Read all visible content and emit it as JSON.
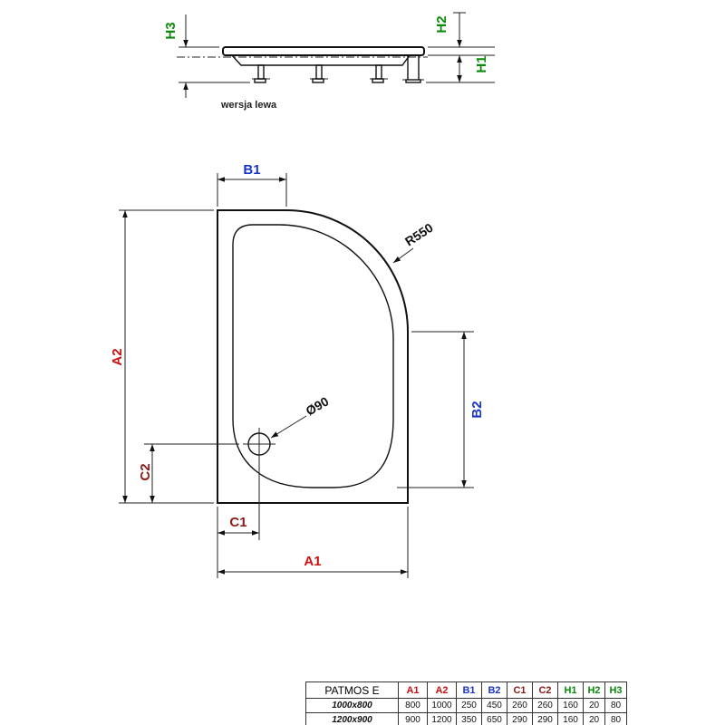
{
  "side_view": {
    "h3": "H3",
    "h2": "H2",
    "h1": "H1",
    "caption": "wersja lewa"
  },
  "plan_view": {
    "a1": "A1",
    "a2": "A2",
    "b1": "B1",
    "b2": "B2",
    "c1": "C1",
    "c2": "C2",
    "radius": "R550",
    "drain": "Ø90"
  },
  "table": {
    "model": "PATMOS E",
    "columns": [
      "A1",
      "A2",
      "B1",
      "B2",
      "C1",
      "C2",
      "H1",
      "H2",
      "H3"
    ],
    "rows": [
      {
        "size": "1000x800",
        "values": [
          "800",
          "1000",
          "250",
          "450",
          "260",
          "260",
          "160",
          "20",
          "80"
        ]
      },
      {
        "size": "1200x900",
        "values": [
          "900",
          "1200",
          "350",
          "650",
          "290",
          "290",
          "160",
          "20",
          "80"
        ]
      }
    ]
  },
  "colors": {
    "a_dim": "#cc1111",
    "b_dim": "#1a35cc",
    "c_dim": "#8b1a1a",
    "h_dim": "#0a8a0a",
    "line": "#111111"
  }
}
